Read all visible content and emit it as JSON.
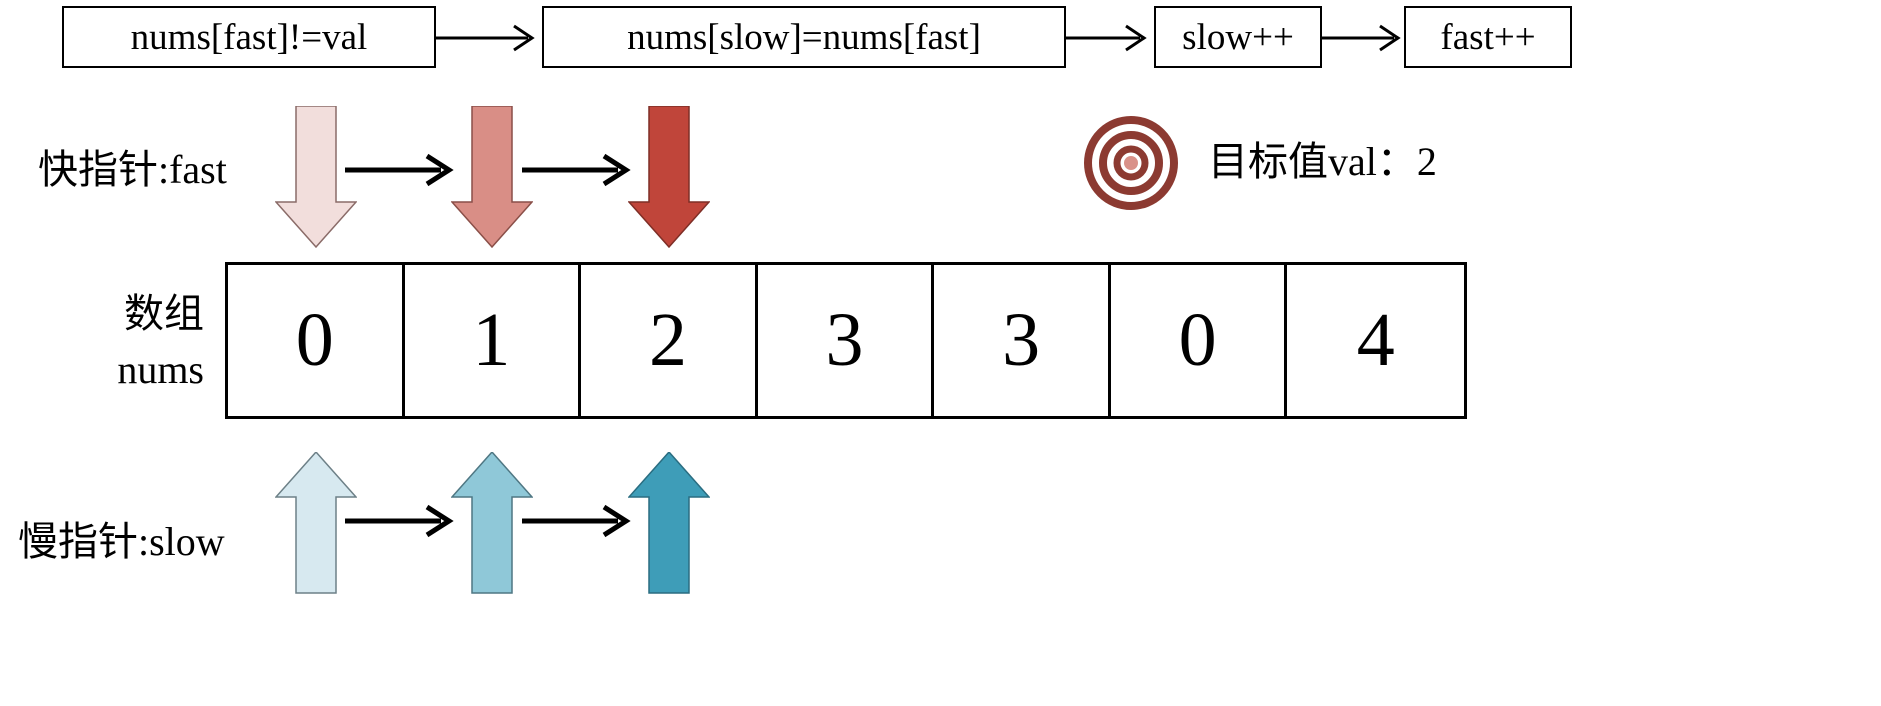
{
  "flowchart": {
    "steps": [
      {
        "id": "cond",
        "label": "nums[fast]!=val"
      },
      {
        "id": "assign",
        "label": "nums[slow]=nums[fast]"
      },
      {
        "id": "slow-incr",
        "label": "slow++"
      },
      {
        "id": "fast-incr",
        "label": "fast++"
      }
    ],
    "connector_icon": "arrow-right-icon"
  },
  "pointers": {
    "fast": {
      "label": "快指针:fast",
      "direction": "down",
      "colors": [
        "#f2dedc",
        "#d98e86",
        "#c0453a"
      ],
      "positions": [
        0,
        1,
        2
      ],
      "step_icon": "arrow-right-icon"
    },
    "slow": {
      "label": "慢指针:slow",
      "direction": "up",
      "colors": [
        "#d7e9f0",
        "#8fc8d8",
        "#3e9db8"
      ],
      "positions": [
        0,
        1,
        2
      ],
      "step_icon": "arrow-right-icon"
    }
  },
  "array": {
    "label_line1": "数组",
    "label_line2": "nums",
    "values": [
      "0",
      "1",
      "2",
      "3",
      "3",
      "0",
      "4"
    ]
  },
  "target": {
    "icon": "bullseye-icon",
    "label": "目标值val：2",
    "value": "2",
    "ring_color": "#8c3a31",
    "center_color": "#d99189"
  }
}
